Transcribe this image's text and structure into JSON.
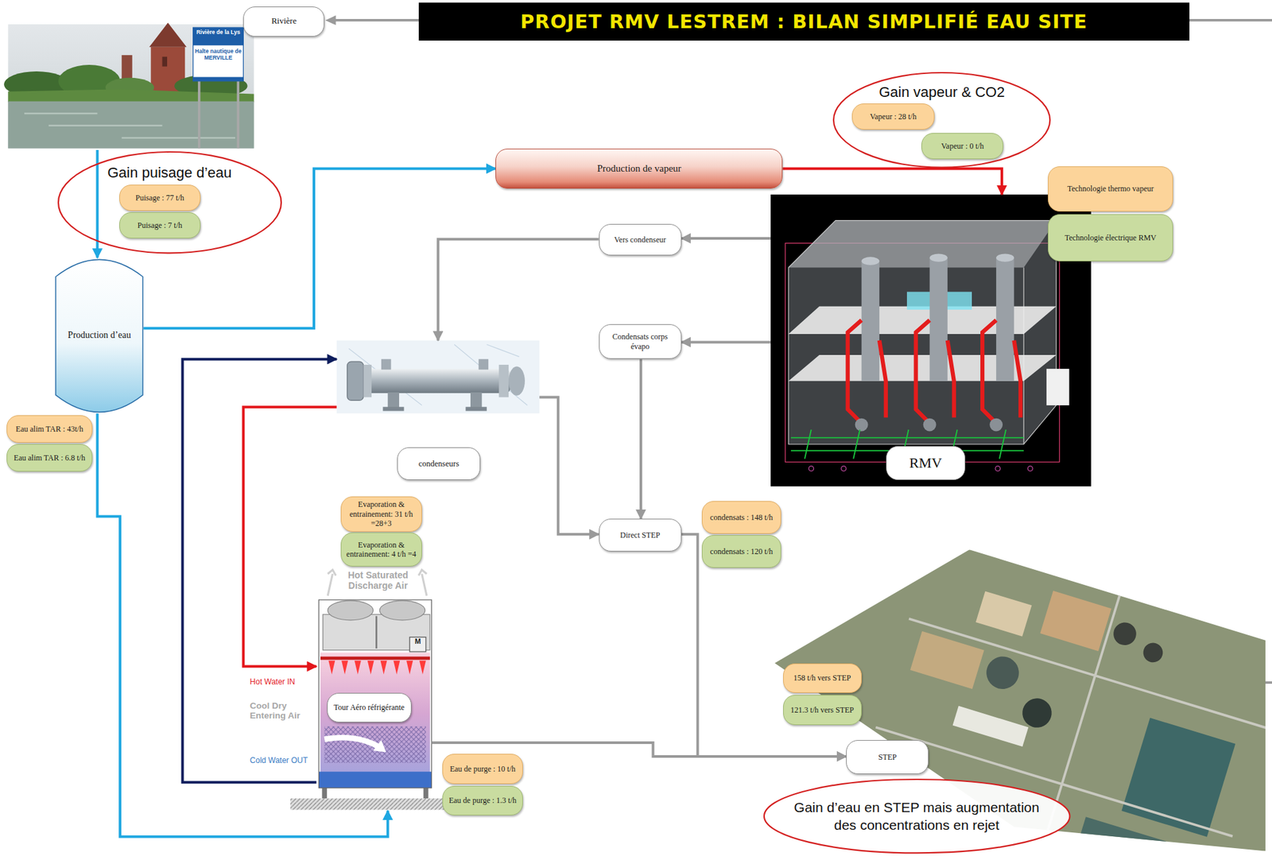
{
  "diagram": {
    "title": "PROJET RMV LESTREM : BILAN SIMPLIFIÉ EAU SITE",
    "nodes": [
      {
        "text": [
          "Rivière"
        ]
      },
      {
        "text": [
          "Gain puisage d’eau"
        ]
      },
      {
        "text": [
          "Puisage : 77 t/h"
        ],
        "in": 1
      },
      {
        "text": [
          "Puisage : 7 t/h"
        ],
        "in": 1
      },
      {
        "text": [
          "Production de vapeur"
        ]
      },
      {
        "text": [
          "Gain vapeur & CO2"
        ]
      },
      {
        "text": [
          "Vapeur : 28 t/h"
        ],
        "in": 5
      },
      {
        "text": [
          "Vapeur : 0 t/h"
        ],
        "in": 5
      },
      {
        "text": [
          "Technologie thermo vapeur"
        ]
      },
      {
        "text": [
          "Technologie électrique RMV"
        ]
      },
      {
        "text": [
          "Production d’eau"
        ]
      },
      {
        "text": [
          "Eau alim TAR : 43t/h"
        ]
      },
      {
        "text": [
          "Eau alim TAR : 6.8 t/h"
        ]
      },
      {
        "text": [
          "Vers condenseur"
        ]
      },
      {
        "text": [
          "Condensats corps évapo"
        ]
      },
      {
        "text": [
          "RMV"
        ]
      },
      {
        "text": [
          "condenseurs"
        ]
      },
      {
        "text": [
          "Evaporation & entrainement: 31 t/h =28+3"
        ]
      },
      {
        "text": [
          "Evaporation & entrainement: 4 t/h =4"
        ]
      },
      {
        "text": [
          "Direct STEP"
        ]
      },
      {
        "text": [
          "condensats : 148 t/h"
        ]
      },
      {
        "text": [
          "condensats : 120 t/h"
        ]
      },
      {
        "text": [
          "Tour Aéro réfrigérante"
        ]
      },
      {
        "text": [
          "158 t/h vers STEP"
        ]
      },
      {
        "text": [
          "121.3 t/h vers STEP"
        ]
      },
      {
        "text": [
          "STEP"
        ]
      },
      {
        "text": [
          "Eau de purge : 10 t/h"
        ]
      },
      {
        "text": [
          "Eau de purge : 1.3 t/h"
        ]
      },
      {
        "text": [
          "Gain d’eau en STEP mais augmentation des concentrations en rejet"
        ]
      }
    ],
    "edges": [
      {
        "from": 0,
        "to": 10,
        "arrow": "to"
      },
      {
        "from": 10,
        "to": 4,
        "arrow": "to"
      },
      {
        "from": 4,
        "to": 15,
        "arrow": "to"
      },
      {
        "from": 15,
        "to": 13,
        "arrow": "to"
      },
      {
        "from": 13,
        "to": 16,
        "arrow": "to"
      },
      {
        "from": 15,
        "to": 14,
        "arrow": "to"
      },
      {
        "from": 14,
        "to": 19,
        "arrow": "to"
      },
      {
        "from": 16,
        "to": 19,
        "arrow": "to"
      },
      {
        "from": 19,
        "to": 25,
        "arrow": "to"
      },
      {
        "from": 22,
        "to": 25,
        "arrow": "to"
      },
      {
        "from": 16,
        "to": 22,
        "arrow": "to"
      },
      {
        "from": 22,
        "to": 16,
        "arrow": "to"
      },
      {
        "from": 10,
        "to": 22,
        "arrow": "to"
      }
    ],
    "labels": [
      "Rivière de la Lys",
      "Halte nautique de MERVILLE",
      "Hot Saturated Discharge Air",
      "Hot Water IN",
      "Cool Dry Entering Air",
      "Cold Water OUT",
      "M"
    ]
  }
}
